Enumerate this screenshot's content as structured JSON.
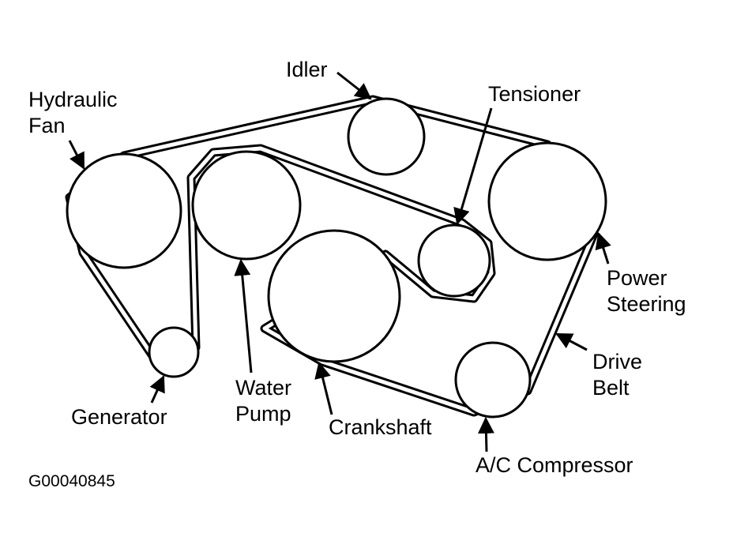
{
  "labels": {
    "hydraulic_fan_1": "Hydraulic",
    "hydraulic_fan_2": "Fan",
    "idler": "Idler",
    "tensioner": "Tensioner",
    "power_steering_1": "Power",
    "power_steering_2": "Steering",
    "drive_belt_1": "Drive",
    "drive_belt_2": "Belt",
    "generator": "Generator",
    "water_pump_1": "Water",
    "water_pump_2": "Pump",
    "crankshaft": "Crankshaft",
    "ac_compressor": "A/C Compressor"
  },
  "figure_code": "G00040845",
  "colors": {
    "ink": "#000000",
    "paper": "#ffffff"
  }
}
